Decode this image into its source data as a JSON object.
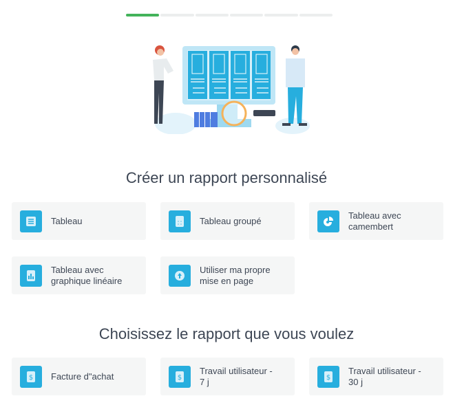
{
  "progress": {
    "total_steps": 6,
    "completed_steps": 1,
    "color": "#43b35a"
  },
  "section_custom": {
    "title": "Créer un rapport personnalisé",
    "items": [
      {
        "label": "Tableau",
        "icon": "table-icon"
      },
      {
        "label": "Tableau groupé",
        "icon": "grouped-table-icon"
      },
      {
        "label": "Tableau avec camembert",
        "icon": "pie-chart-icon"
      },
      {
        "label": "Tableau avec graphique linéaire",
        "icon": "line-chart-icon"
      },
      {
        "label": "Utiliser ma propre mise en page",
        "icon": "custom-layout-icon"
      }
    ]
  },
  "section_reports": {
    "title": "Choisissez le rapport que vous voulez",
    "items": [
      {
        "label": "Facture d\"achat",
        "icon": "report-icon"
      },
      {
        "label": "Travail utilisateur - 7 j",
        "icon": "report-icon"
      },
      {
        "label": "Travail utilisateur - 30 j",
        "icon": "report-icon"
      }
    ]
  },
  "accent_color": "#27aede"
}
